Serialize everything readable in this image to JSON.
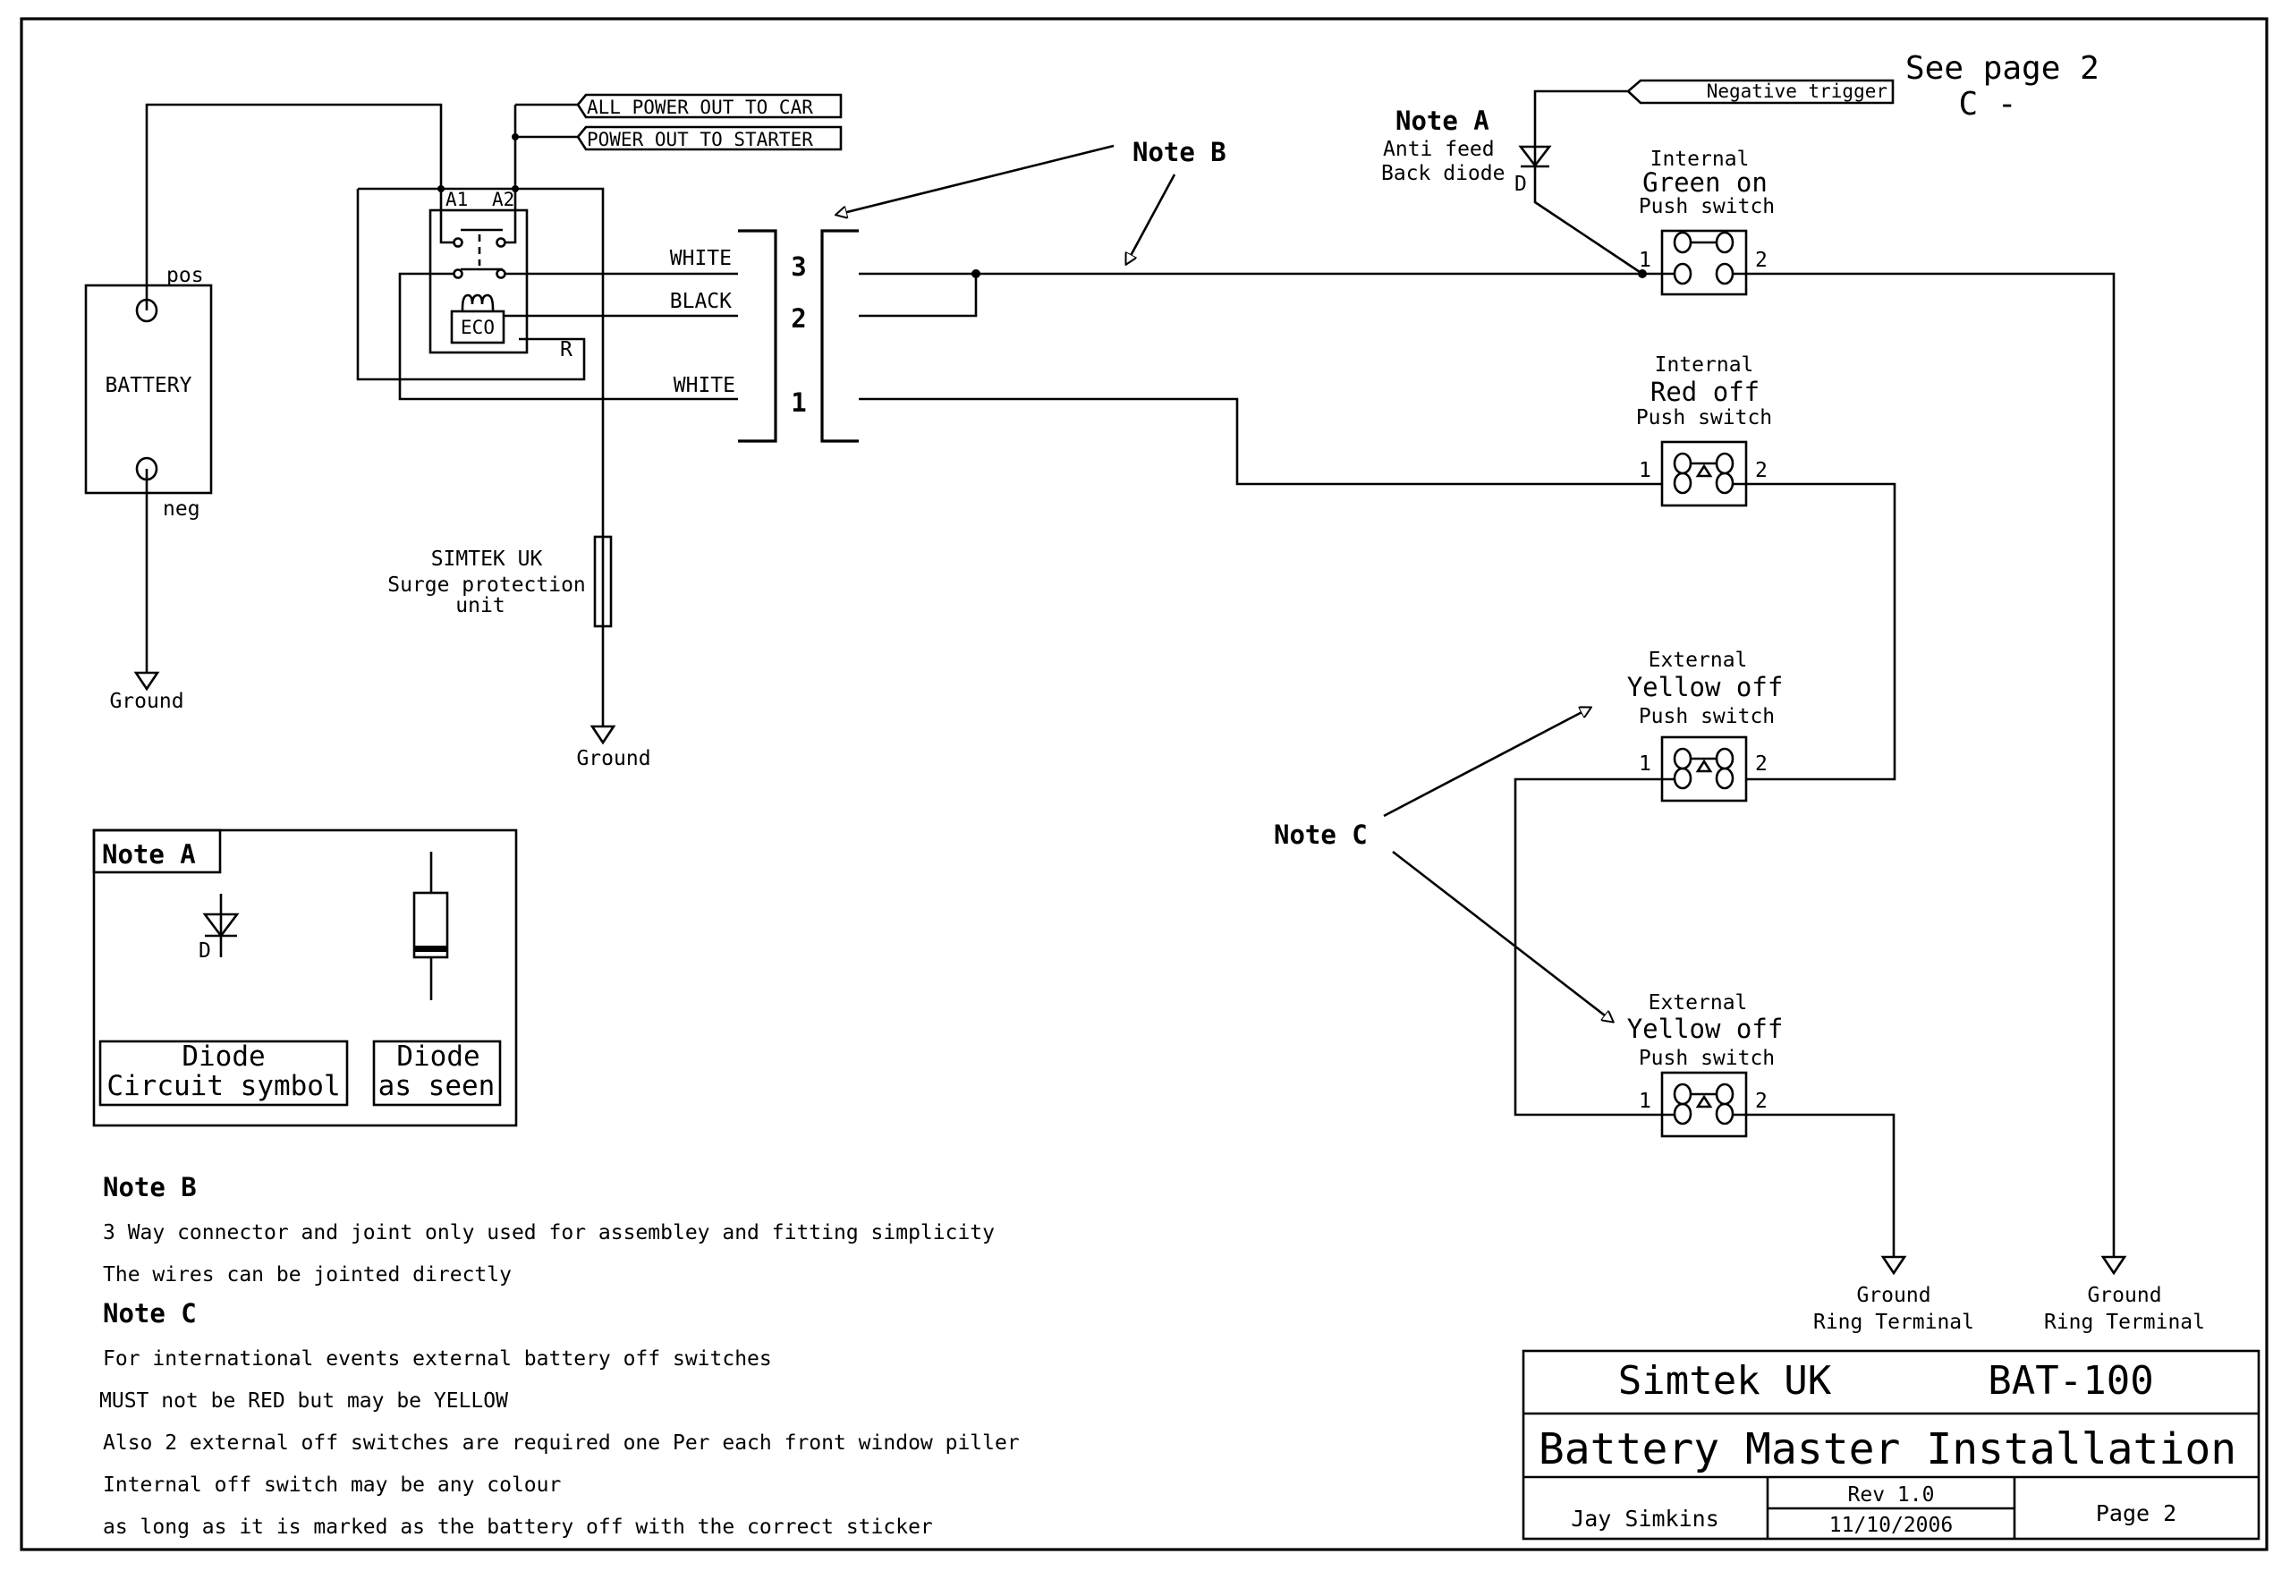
{
  "battery": {
    "label": "BATTERY",
    "pos": "pos",
    "neg": "neg",
    "ground": "Ground"
  },
  "relay": {
    "a1": "A1",
    "a2": "A2",
    "eco": "ECO",
    "r": "R"
  },
  "outputs": {
    "all_power": "ALL POWER OUT TO CAR",
    "starter": "POWER OUT TO STARTER"
  },
  "wires": {
    "white_top": "WHITE",
    "black": "BLACK",
    "white_bottom": "WHITE"
  },
  "connector": {
    "pins": [
      "3",
      "2",
      "1"
    ]
  },
  "surge": {
    "line1": "SIMTEK UK",
    "line2": "Surge protection",
    "line3": "unit",
    "ground": "Ground"
  },
  "note_b_callout": "Note B",
  "note_c_callout": "Note C",
  "note_a_callout": {
    "title": "Note A",
    "line1": "Anti feed",
    "line2": "Back diode",
    "d": "D"
  },
  "negative_trigger": "Negative trigger",
  "see_page": {
    "line1": "See page 2",
    "line2": "C -"
  },
  "switches": [
    {
      "type": "Internal",
      "name": "Green on",
      "kind": "Push switch",
      "pin1": "1",
      "pin2": "2"
    },
    {
      "type": "Internal",
      "name": "Red off",
      "kind": "Push switch",
      "pin1": "1",
      "pin2": "2"
    },
    {
      "type": "External",
      "name": "Yellow off",
      "kind": "Push switch",
      "pin1": "1",
      "pin2": "2"
    },
    {
      "type": "External",
      "name": "Yellow off",
      "kind": "Push switch",
      "pin1": "1",
      "pin2": "2"
    }
  ],
  "ring_grounds": [
    {
      "line1": "Ground",
      "line2": "Ring Terminal"
    },
    {
      "line1": "Ground",
      "line2": "Ring Terminal"
    }
  ],
  "note_a_box": {
    "title": "Note A",
    "d": "D",
    "symbol_label1": "Diode",
    "symbol_label2": "Circuit symbol",
    "seen_label1": "Diode",
    "seen_label2": "as seen"
  },
  "notes": {
    "b_title": "Note B",
    "b_lines": [
      "3 Way connector and joint only used for assembley and fitting simplicity",
      "The wires can be jointed directly"
    ],
    "c_title": "Note C",
    "c_lines": [
      "For international events external battery off switches",
      "MUST not be RED but may be YELLOW",
      "Also 2 external off switches are required one Per each front window piller",
      "Internal off switch may be any colour",
      "as long as it is marked as the battery off with the correct sticker"
    ]
  },
  "title_block": {
    "company": "Simtek UK",
    "part": "BAT-100",
    "title": "Battery Master Installation",
    "author": "Jay Simkins",
    "rev": "Rev 1.0",
    "date": "11/10/2006",
    "page": "Page 2"
  }
}
